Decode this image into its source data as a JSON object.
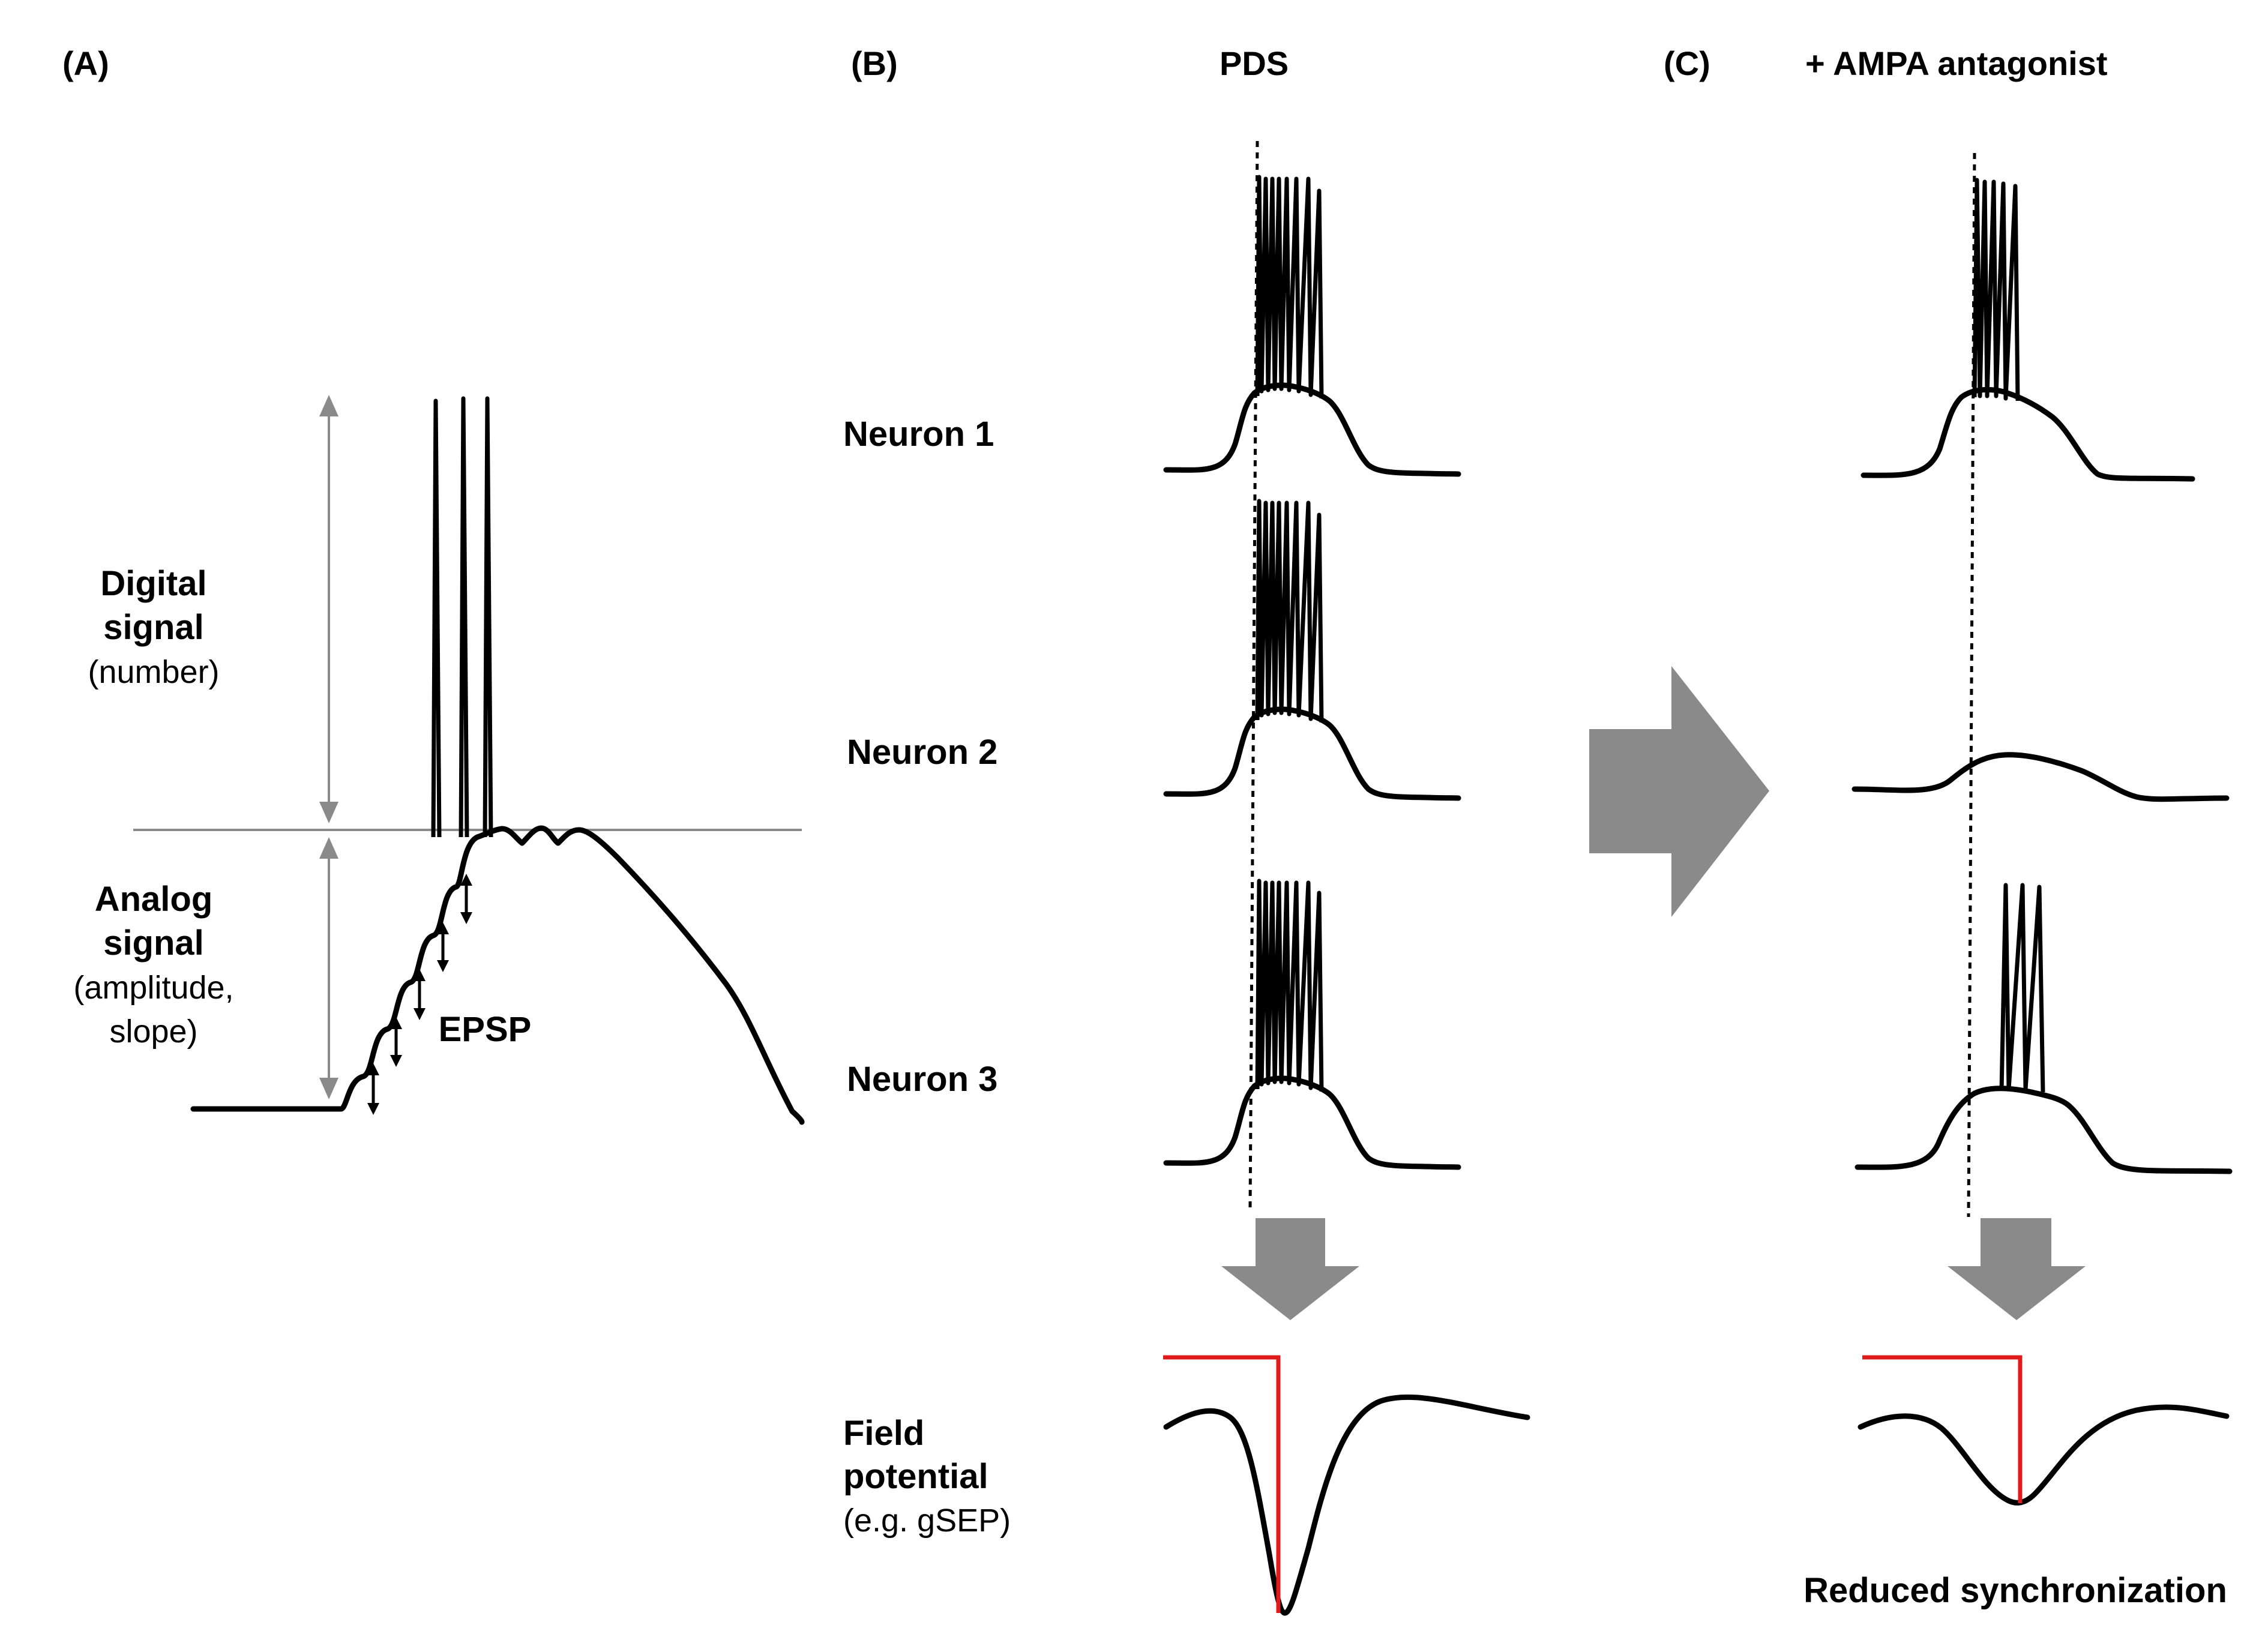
{
  "panels": {
    "a": {
      "letter": "(A)"
    },
    "b": {
      "letter": "(B)",
      "title": "PDS"
    },
    "c": {
      "letter": "(C)",
      "title": "+ AMPA antagonist"
    }
  },
  "signals": {
    "digital": {
      "line1": "Digital",
      "line2": "signal",
      "line3": "(number)"
    },
    "analog": {
      "line1": "Analog",
      "line2": "signal",
      "line3": "(amplitude,",
      "line4": "slope)"
    },
    "epsp": "EPSP"
  },
  "neurons": {
    "n1": "Neuron 1",
    "n2": "Neuron 2",
    "n3": "Neuron 3"
  },
  "field": {
    "line1": "Field",
    "line2": "potential",
    "line3": "(e.g. gSEP)"
  },
  "reduced": "Reduced synchronization",
  "colors": {
    "trace": "#000000",
    "arrow": "#8a8a8a",
    "marker": "#e01b1b"
  }
}
